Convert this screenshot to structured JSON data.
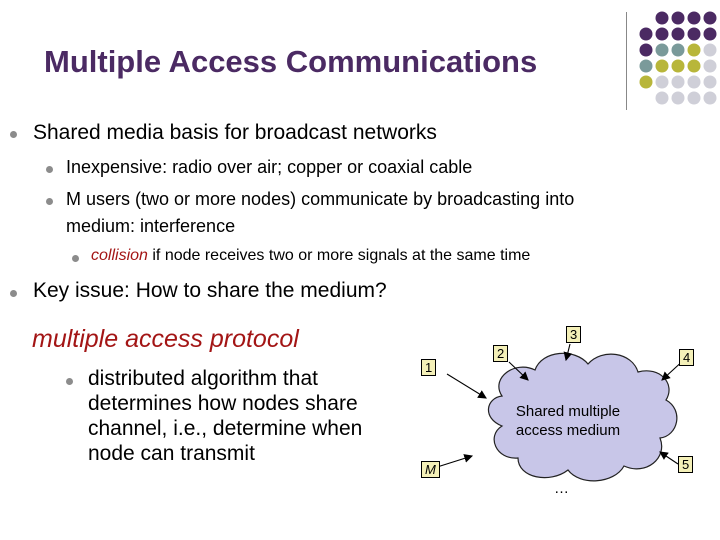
{
  "slide": {
    "title": "Multiple Access Communications",
    "bullets": {
      "b1": "Shared media basis for broadcast networks",
      "b1a": "Inexpensive:  radio over air; copper or coaxial cable",
      "b1b_line1": "M users (two or more nodes) communicate by broadcasting into",
      "b1b_line2": "medium: interference",
      "b1b_i_em": "collision",
      "b1b_i_rest": " if node receives two or more signals at the same time",
      "b2": "Key issue:  How to share the medium?"
    },
    "protocol": {
      "heading": "multiple access protocol",
      "desc_lines": [
        "distributed algorithm that",
        "determines how nodes share",
        "channel, i.e., determine when",
        "node can transmit"
      ]
    },
    "diagram": {
      "nodes": [
        "1",
        "2",
        "3",
        "4",
        "5",
        "M"
      ],
      "cloud_line1": "Shared multiple",
      "cloud_line2": "access medium",
      "ellipsis": "…"
    },
    "colors": {
      "title": "#4b2a63",
      "accent_red": "#a31515",
      "dot_purple": "#4b2a63",
      "dot_teal": "#7a9a9a",
      "dot_olive": "#b8b63a",
      "dot_gray": "#cfcfd8"
    }
  }
}
